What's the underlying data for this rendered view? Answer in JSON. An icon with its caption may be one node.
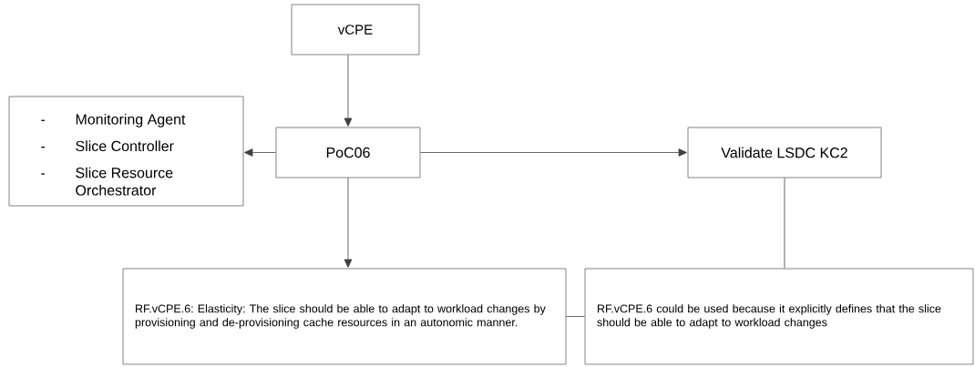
{
  "diagram": {
    "nodes": [
      {
        "text": [
          "vCPE"
        ]
      },
      {
        "text": [
          "PoC06"
        ]
      },
      {
        "text": [
          "Monitoring Agent",
          "Slice Controller",
          "Slice Resource Orchestrator"
        ]
      },
      {
        "text": [
          "Validate LSDC KC2"
        ]
      },
      {
        "text": [
          "RF.vCPE.6: Elasticity: The slice should be able to adapt to workload changes by provisioning and de-provisioning cache resources in an autonomic manner."
        ]
      },
      {
        "text": [
          "RF.vCPE.6 could be used because it explicitly defines that the slice should be able to adapt to workload changes"
        ]
      }
    ],
    "edges": [
      {
        "from": 0,
        "to": 1,
        "arrow": "to"
      },
      {
        "from": 1,
        "to": 2,
        "arrow": "to"
      },
      {
        "from": 1,
        "to": 3,
        "arrow": "to"
      },
      {
        "from": 1,
        "to": 4,
        "arrow": "to"
      },
      {
        "from": 3,
        "to": 5,
        "arrow": "none"
      },
      {
        "from": 4,
        "to": 5,
        "arrow": "none"
      }
    ],
    "labels": [
      "-",
      "-",
      "-"
    ]
  }
}
